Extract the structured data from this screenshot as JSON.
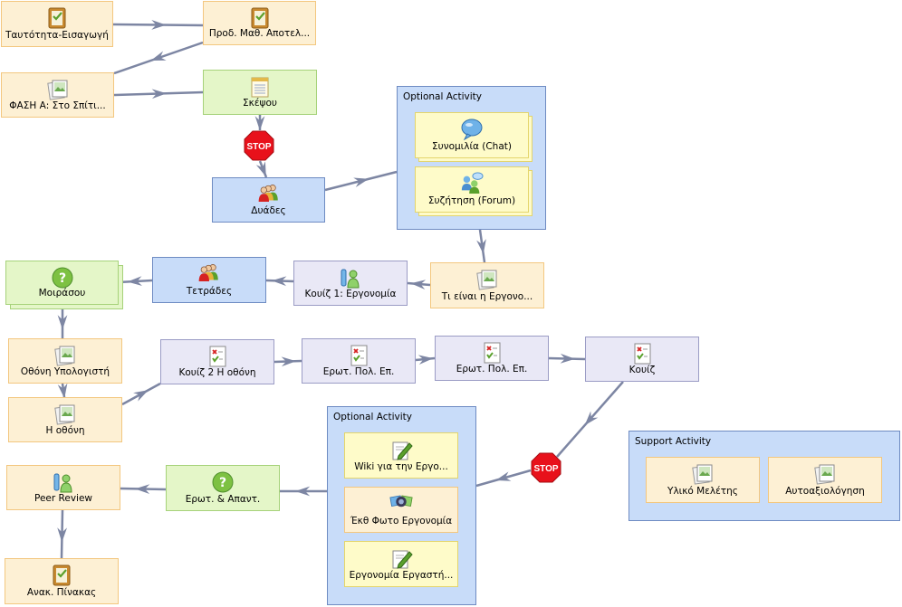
{
  "nodes": {
    "n1": {
      "label": "Ταυτότητα-Εισαγωγή",
      "icon": "notebook-icon"
    },
    "n2": {
      "label": "Προδ. Μαθ. Αποτελ...",
      "icon": "notebook-icon"
    },
    "n3": {
      "label": "ΦΑΣΗ Α: Στο Σπίτι...",
      "icon": "image-icon"
    },
    "n4": {
      "label": "Σκέψου",
      "icon": "notepad-icon"
    },
    "n5": {
      "label": "Δυάδες",
      "icon": "group-icon"
    },
    "n6": {
      "label": "Συνομιλία (Chat)",
      "icon": "chat-icon"
    },
    "n7": {
      "label": "Συζήτηση (Forum)",
      "icon": "forum-icon"
    },
    "n8": {
      "label": "Τι είναι η Εργονο...",
      "icon": "image-icon"
    },
    "n9": {
      "label": "Κουίζ 1: Εργονομία",
      "icon": "survey-icon"
    },
    "n10": {
      "label": "Τετράδες",
      "icon": "group-icon"
    },
    "n11": {
      "label": "Μοιράσου",
      "icon": "question-icon"
    },
    "n12": {
      "label": "Οθόνη Υπολογιστή",
      "icon": "image-icon"
    },
    "n13": {
      "label": "Η οθόνη",
      "icon": "image-icon"
    },
    "n14": {
      "label": "Κουίζ 2 Η οθόνη",
      "icon": "quiz-icon"
    },
    "n15": {
      "label": "Ερωτ. Πολ. Επ.",
      "icon": "quiz-icon"
    },
    "n16": {
      "label": "Ερωτ. Πολ. Επ.",
      "icon": "quiz-icon"
    },
    "n17": {
      "label": "Κουίζ",
      "icon": "quiz-icon"
    },
    "n18": {
      "label": "Wiki για την Εργο...",
      "icon": "wiki-icon"
    },
    "n19": {
      "label": "Έκθ Φωτο Εργονομία",
      "icon": "gallery-icon"
    },
    "n20": {
      "label": "Εργονομία Εργαστή...",
      "icon": "wiki-icon"
    },
    "n21": {
      "label": "Ερωτ. & Απαντ.",
      "icon": "question-icon"
    },
    "n22": {
      "label": "Peer Review",
      "icon": "survey-icon"
    },
    "n23": {
      "label": "Ανακ. Πίνακας",
      "icon": "notebook-icon"
    },
    "n24": {
      "label": "Υλικό Μελέτης",
      "icon": "image-icon"
    },
    "n25": {
      "label": "Αυτοαξιολόγηση",
      "icon": "image-icon"
    }
  },
  "groups": {
    "g1": {
      "title": "Optional Activity"
    },
    "g2": {
      "title": "Optional Activity"
    },
    "g3": {
      "title": "Support Activity"
    }
  },
  "stops": {
    "s1": "STOP",
    "s2": "STOP"
  },
  "colors": {
    "connector": "#7d86a3",
    "orange_fill": "#fdf0d4",
    "green_fill": "#e4f6c8",
    "blue_fill": "#c8dcf9",
    "gray_fill": "#e9e8f6",
    "yellow_fill": "#fefbc9",
    "stop_red": "#e8111b"
  }
}
